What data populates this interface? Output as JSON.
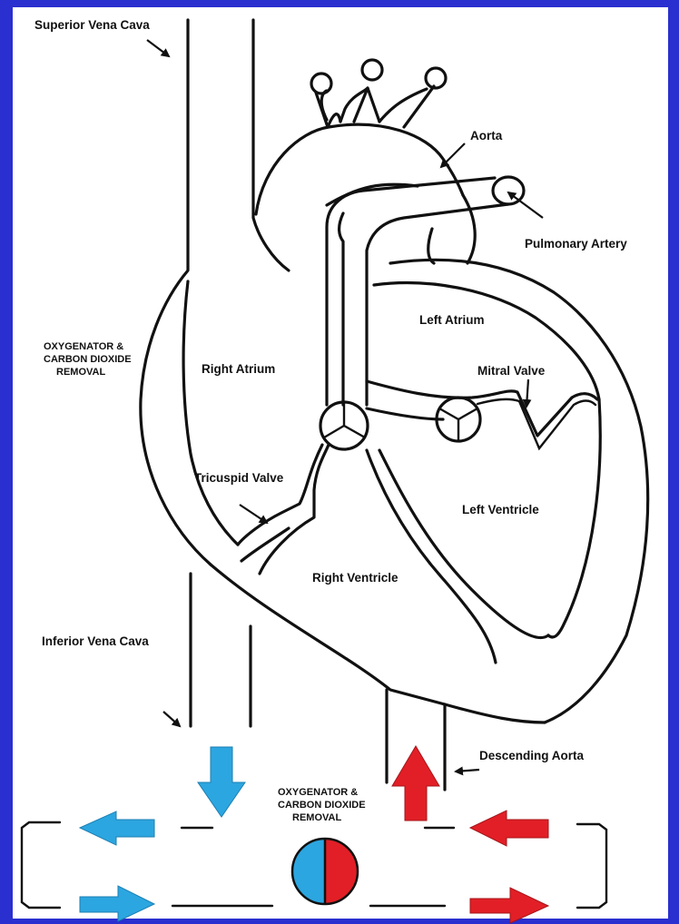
{
  "labels": {
    "superior_vena_cava": "Superior Vena Cava",
    "aorta": "Aorta",
    "pulmonary_artery": "Pulmonary Artery",
    "left_atrium": "Left Atrium",
    "right_atrium": "Right Atrium",
    "mitral_valve": "Mitral Valve",
    "tricuspid_valve": "Tricuspid Valve",
    "left_ventricle": "Left Ventricle",
    "right_ventricle": "Right Ventricle",
    "inferior_vena_cava": "Inferior Vena Cava",
    "descending_aorta": "Descending Aorta",
    "oxygenator_left": [
      "OXYGENATOR &",
      "CARBON DIOXIDE",
      "REMOVAL"
    ],
    "oxygenator_bottom": [
      "OXYGENATOR &",
      "CARBON DIOXIDE",
      "REMOVAL"
    ]
  },
  "colors": {
    "frame_blue": "#2a2fcf",
    "deoxygenated_blue": "#2ca6e0",
    "oxygenated_red": "#e21f26",
    "outline": "#111111"
  }
}
